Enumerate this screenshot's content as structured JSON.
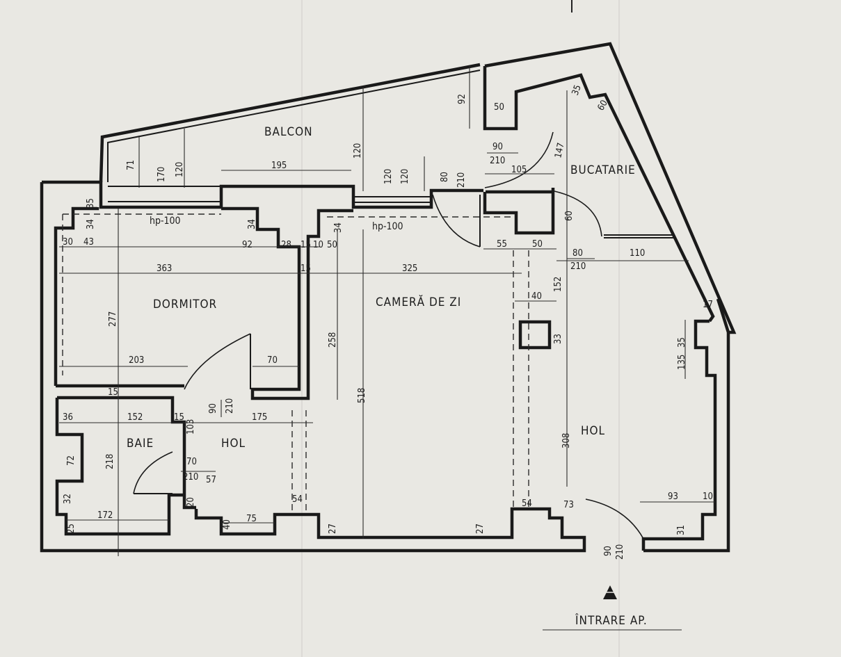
{
  "rooms": {
    "balcon": "BALCON",
    "bucatarie": "BUCATARIE",
    "dormitor": "DORMITOR",
    "camera_de_zi": "CAMERĂ DE ZI",
    "baie": "BAIE",
    "hol_left": "HOL",
    "hol_right": "HOL"
  },
  "entrance_label": "ÎNTRARE AP.",
  "hp_labels": [
    "hp-100",
    "hp-100"
  ],
  "dimensions": {
    "d71": "71",
    "d170": "170",
    "d120a": "120",
    "d195": "195",
    "d120b": "120",
    "d120c": "120",
    "d120d": "120",
    "d80": "80",
    "d210a": "210",
    "d92top": "92",
    "d50top": "50",
    "d90": "90",
    "d210b": "210",
    "d105": "105",
    "d147": "147",
    "d35top": "35",
    "d60": "60",
    "d60b": "60",
    "d35a": "35",
    "d34a": "34",
    "d30": "30",
    "d43": "43",
    "d34b": "34",
    "d92": "92",
    "d28": "28",
    "d15a": "15",
    "d10": "10",
    "d50a": "50",
    "d34c": "34",
    "d55": "55",
    "d50b": "50",
    "d80b": "80",
    "d210c": "210",
    "d110": "110",
    "d363": "363",
    "d15b": "15",
    "d325": "325",
    "d152a": "152",
    "d40": "40",
    "d277": "277",
    "d258": "258",
    "d33": "33",
    "d203": "203",
    "d70a": "70",
    "d17": "17",
    "d35b": "35",
    "d135": "135",
    "d518": "518",
    "d15c": "15",
    "d90b": "90",
    "d210d": "210",
    "d36": "36",
    "d152b": "152",
    "d15d": "15",
    "d175": "175",
    "d103": "103",
    "d308": "308",
    "d72": "72",
    "d218": "218",
    "d70b": "70",
    "d210e": "210",
    "d57": "57",
    "d32": "32",
    "d20": "20",
    "d54a": "54",
    "d93": "93",
    "d10b": "10",
    "d172": "172",
    "d75": "75",
    "d40b": "40",
    "d54b": "54",
    "d73": "73",
    "d27a": "27",
    "d27b": "27",
    "d31": "31",
    "d25": "25",
    "d90c": "90",
    "d210f": "210"
  }
}
